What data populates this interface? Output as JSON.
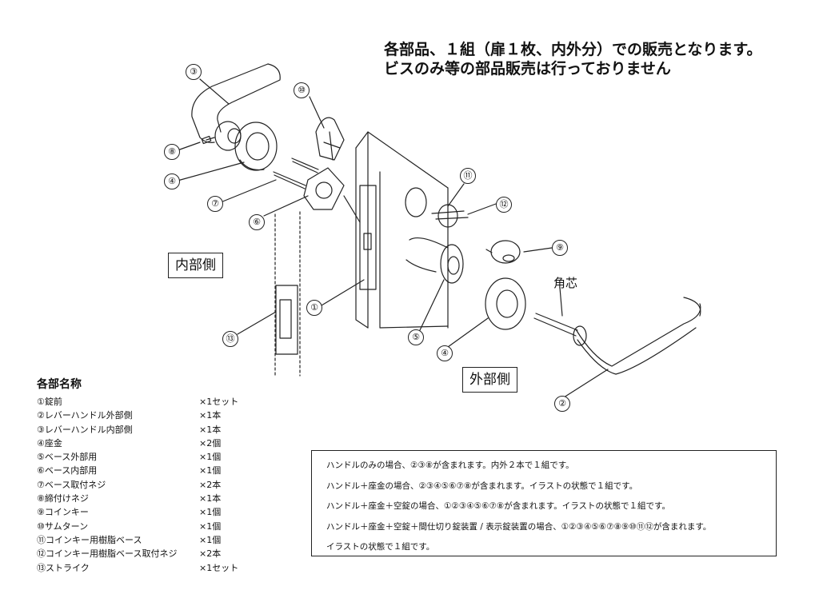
{
  "headline": {
    "line1": "各部品、１組（扉１枚、内外分）での販売となります。",
    "line2": "ビスのみ等の部品販売は行っておりません"
  },
  "labels": {
    "inside": "内部側",
    "outside": "外部側",
    "square_core": "角芯"
  },
  "callouts": [
    "①",
    "②",
    "③",
    "④",
    "④",
    "⑤",
    "⑥",
    "⑦",
    "⑧",
    "⑨",
    "⑩",
    "⑪",
    "⑫",
    "⑬"
  ],
  "parts": {
    "title": "各部名称",
    "items": [
      {
        "name": "①錠前",
        "qty": "×1セット"
      },
      {
        "name": "②レバーハンドル外部側",
        "qty": "×1本"
      },
      {
        "name": "③レバーハンドル内部側",
        "qty": "×1本"
      },
      {
        "name": "④座金",
        "qty": "×2個"
      },
      {
        "name": "⑤ベース外部用",
        "qty": "×1個"
      },
      {
        "name": "⑥ベース内部用",
        "qty": "×1個"
      },
      {
        "name": "⑦ベース取付ネジ",
        "qty": "×2本"
      },
      {
        "name": "⑧締付けネジ",
        "qty": "×1本"
      },
      {
        "name": "⑨コインキー",
        "qty": "×1個"
      },
      {
        "name": "⑩サムターン",
        "qty": "×1個"
      },
      {
        "name": "⑪コインキー用樹脂ベース",
        "qty": "×1個"
      },
      {
        "name": "⑫コインキー用樹脂ベース取付ネジ",
        "qty": "×2本"
      },
      {
        "name": "⑬ストライク",
        "qty": "×1セット"
      }
    ]
  },
  "notes": [
    "ハンドルのみの場合、②③⑧が含まれます。内外２本で１組です。",
    "ハンドル＋座金の場合、②③④⑤⑥⑦⑧が含まれます。イラストの状態で１組です。",
    "ハンドル＋座金＋空錠の場合、①②③④⑤⑥⑦⑧が含まれます。イラストの状態で１組です。",
    "ハンドル＋座金＋空錠＋間仕切り錠装置 / 表示錠装置の場合、①②③④⑤⑥⑦⑧⑨⑩⑪⑫が含まれます。",
    "イラストの状態で１組です。"
  ]
}
